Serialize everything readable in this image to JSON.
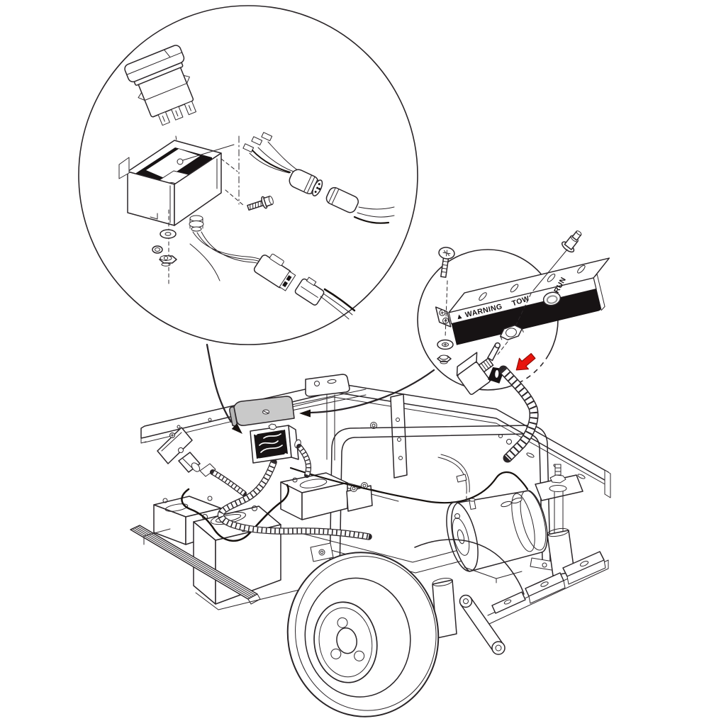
{
  "diagram": {
    "kind": "exploded-parts installation illustration (vehicle tow/run switch kit)",
    "label_plate": {
      "symbol": "▲",
      "warning": "WARNING",
      "tow": "TOW",
      "run": "RUN"
    },
    "colors": {
      "line": "#2a2528",
      "background": "#ffffff",
      "red_arrow": "#e8150d",
      "red_arrow_outline": "#8f0d06",
      "bracket_gray": "#c9c9c9",
      "bracket_gray_edge": "#b5b5b5",
      "label_band": "#171314",
      "box_interior": "#181415"
    },
    "detail_views": [
      {
        "id": "switch-kit-circle",
        "parts": [
          "rocker-switch",
          "switch-mounting-box",
          "flat-washer",
          "lock-ring",
          "hex-nut",
          "wire-grommet",
          "harness-connector-plug",
          "harness-connector-receptacle",
          "round-connector-plug",
          "round-connector-receptacle",
          "bullet-terminals",
          "tapping-screw"
        ]
      },
      {
        "id": "tow-run-plate-circle",
        "parts": [
          "phillips-screw",
          "shoulder-rivet",
          "warning-label-plate",
          "flat-washer",
          "lock-nut",
          "hex-nut",
          "toggle-switch",
          "rubber-boot",
          "convoluted-loom",
          "location-arrow"
        ]
      }
    ],
    "chassis": {
      "parts": [
        "frame-rails",
        "seat-support-hoop",
        "batteries",
        "rocker-panel-rail",
        "charger-receptacle",
        "mounted-switch-box",
        "gray-mounting-bracket",
        "wiring-looms",
        "battery-cable",
        "drive-motor",
        "shock-absorber",
        "suspension-link",
        "hitch-brackets",
        "rear-wheel",
        "solenoid"
      ]
    }
  }
}
